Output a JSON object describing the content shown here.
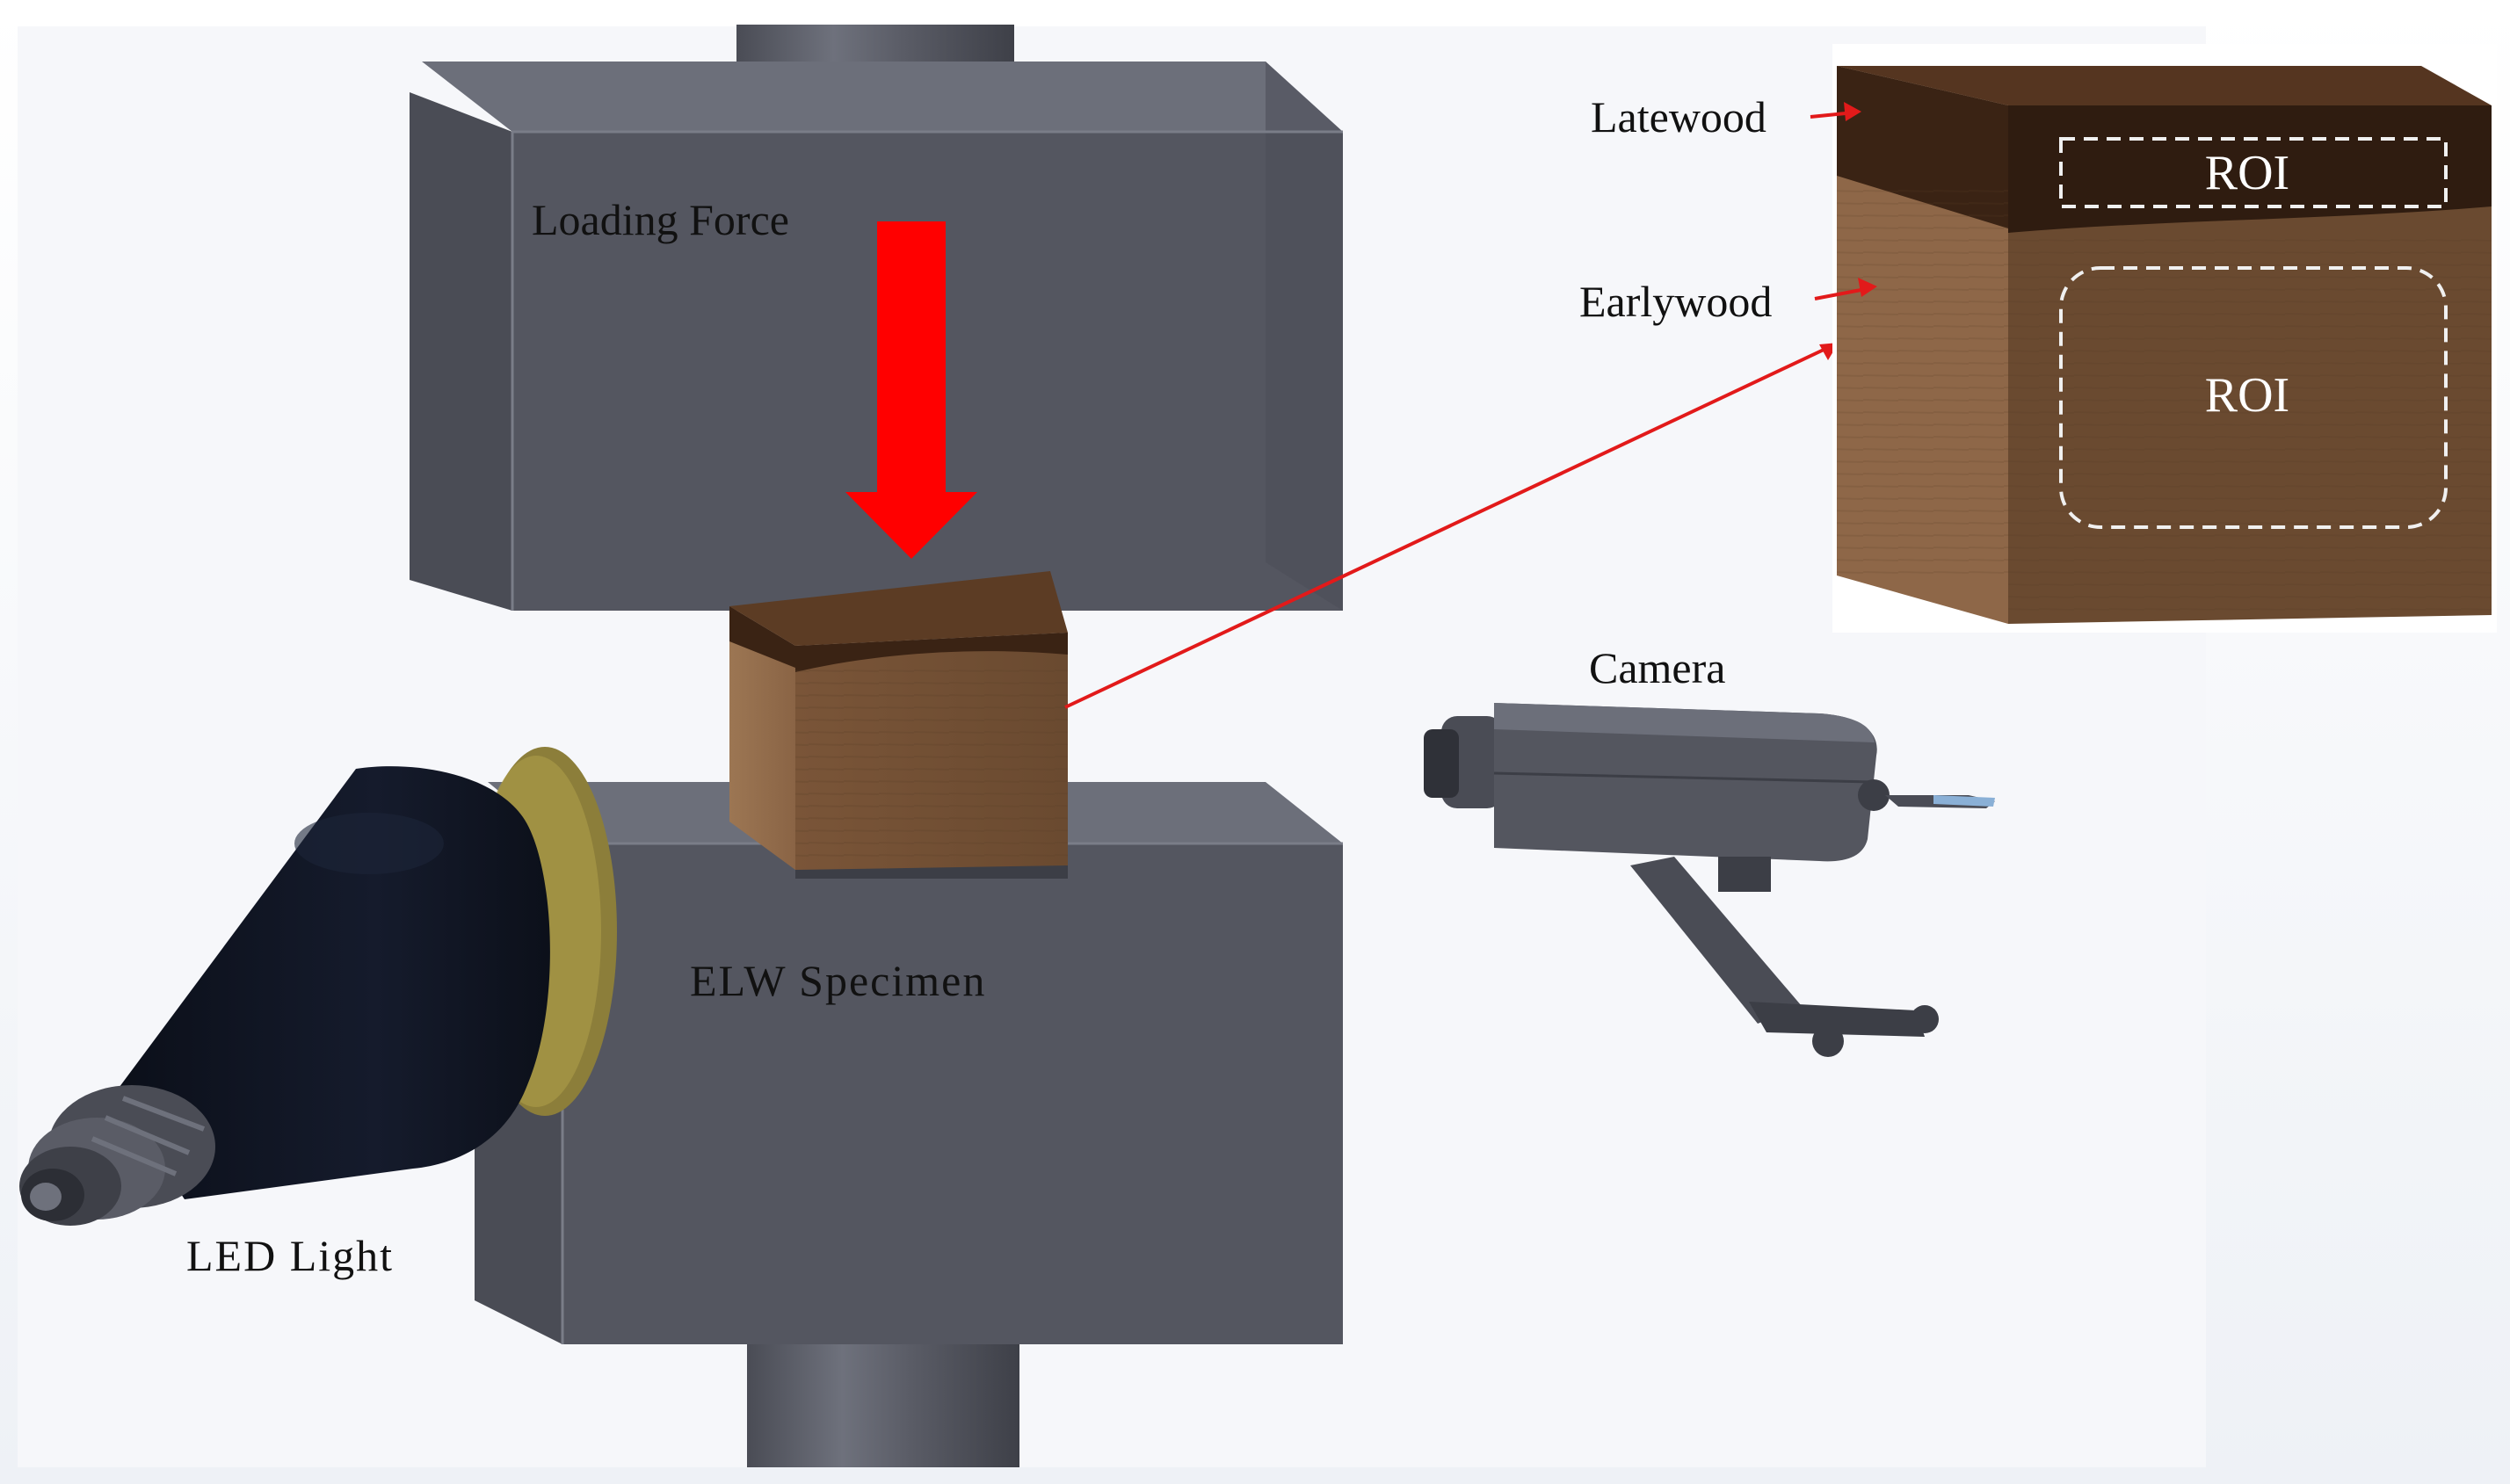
{
  "labels": {
    "loading_force": "Loading Force",
    "latewood": "Latewood",
    "earlywood": "Earlywood",
    "roi_top": "ROI",
    "roi_main": "ROI",
    "camera": "Camera",
    "specimen": "ELW Specimen",
    "led_light": "LED Light"
  },
  "colors": {
    "background_light": "#f2f4f8",
    "machine_gray": "#545660",
    "machine_dark": "#3c3e46",
    "machine_light": "#6c6f7a",
    "wood_earlywood": "#8a6445",
    "wood_latewood": "#3a2314",
    "force_arrow": "#ff0000",
    "leader_line": "#e21a1a",
    "roi_dash": "#f0f0f0",
    "led_cone": "#0f1421",
    "led_bead": "#b0a04a"
  },
  "icons": {
    "force": "down-arrow-icon",
    "camera": "camera-icon",
    "light": "led-lamp-icon"
  }
}
